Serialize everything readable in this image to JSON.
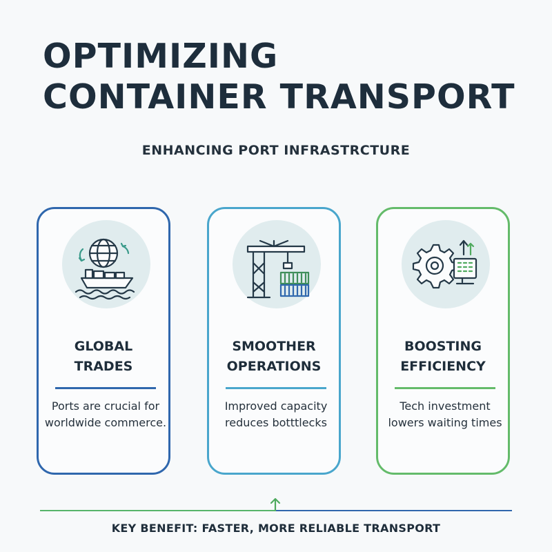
{
  "title": {
    "line1": "OPTIMIZING",
    "line2": "CONTAINER TRANSPORT"
  },
  "subtitle": "ENHANCING PORT INFRASTRCTURE",
  "cards": [
    {
      "icon": "globe-ship-icon",
      "heading_line1": "GLOBAL",
      "heading_line2": "TRADES",
      "description": "Ports are crucial for worldwide commerce.",
      "color": "#2f67ad"
    },
    {
      "icon": "crane-containers-icon",
      "heading_line1": "SMOOTHER",
      "heading_line2": "OPERATIONS",
      "description": "Improved capacity reduces botttlecks",
      "color": "#49a6cc"
    },
    {
      "icon": "gear-computer-icon",
      "heading_line1": "BOOSTING",
      "heading_line2": "EFFICIENCY",
      "description": "Tech investment lowers waiting times",
      "color": "#64bb6a"
    }
  ],
  "footer": {
    "text": "KEY BENEFIT: FASTER, MORE RELIABLE TRANSPORT",
    "icon": "arrow-up-icon"
  }
}
